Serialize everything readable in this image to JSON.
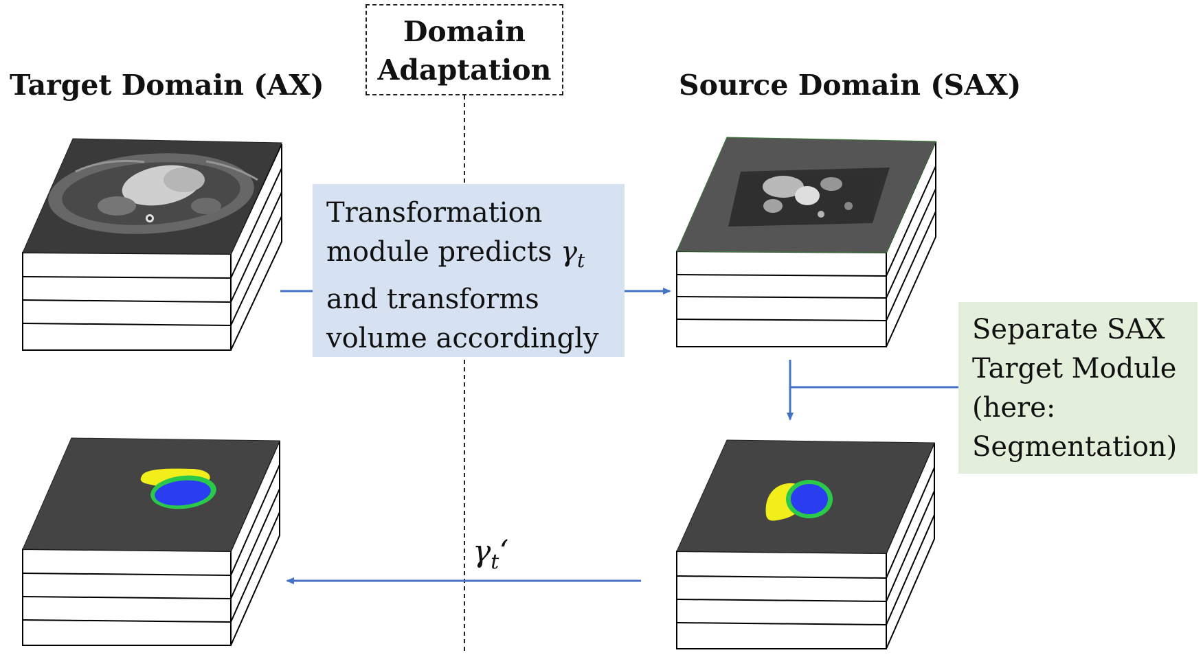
{
  "labels": {
    "target_domain": "Target Domain (AX)",
    "source_domain": "Source Domain (SAX)",
    "domain_adaptation_line1": "Domain",
    "domain_adaptation_line2": "Adaptation"
  },
  "transformation_box": {
    "line1": "Transformation",
    "line2_prefix": "module predicts ",
    "line2_symbol": "γ",
    "line2_subscript": "t",
    "line3": "and transforms",
    "line4": "volume accordingly"
  },
  "segmentation_box": {
    "line1": "Separate SAX",
    "line2": "Target Module",
    "line3": "(here:",
    "line4": "Segmentation)"
  },
  "inverse_transform": {
    "symbol": "γ",
    "subscript": "t",
    "prime": "‘"
  },
  "colors": {
    "arrow": "#4472c4",
    "transformation_box_fill": "#d6e2f2",
    "segmentation_box_fill": "#e3efdb",
    "slice_background": "#444444",
    "mri_background": "#555555",
    "seg_myocardium": "#2bc94a",
    "seg_cavity": "#2a3df0",
    "seg_right_ventricle": "#f2ee1c"
  }
}
